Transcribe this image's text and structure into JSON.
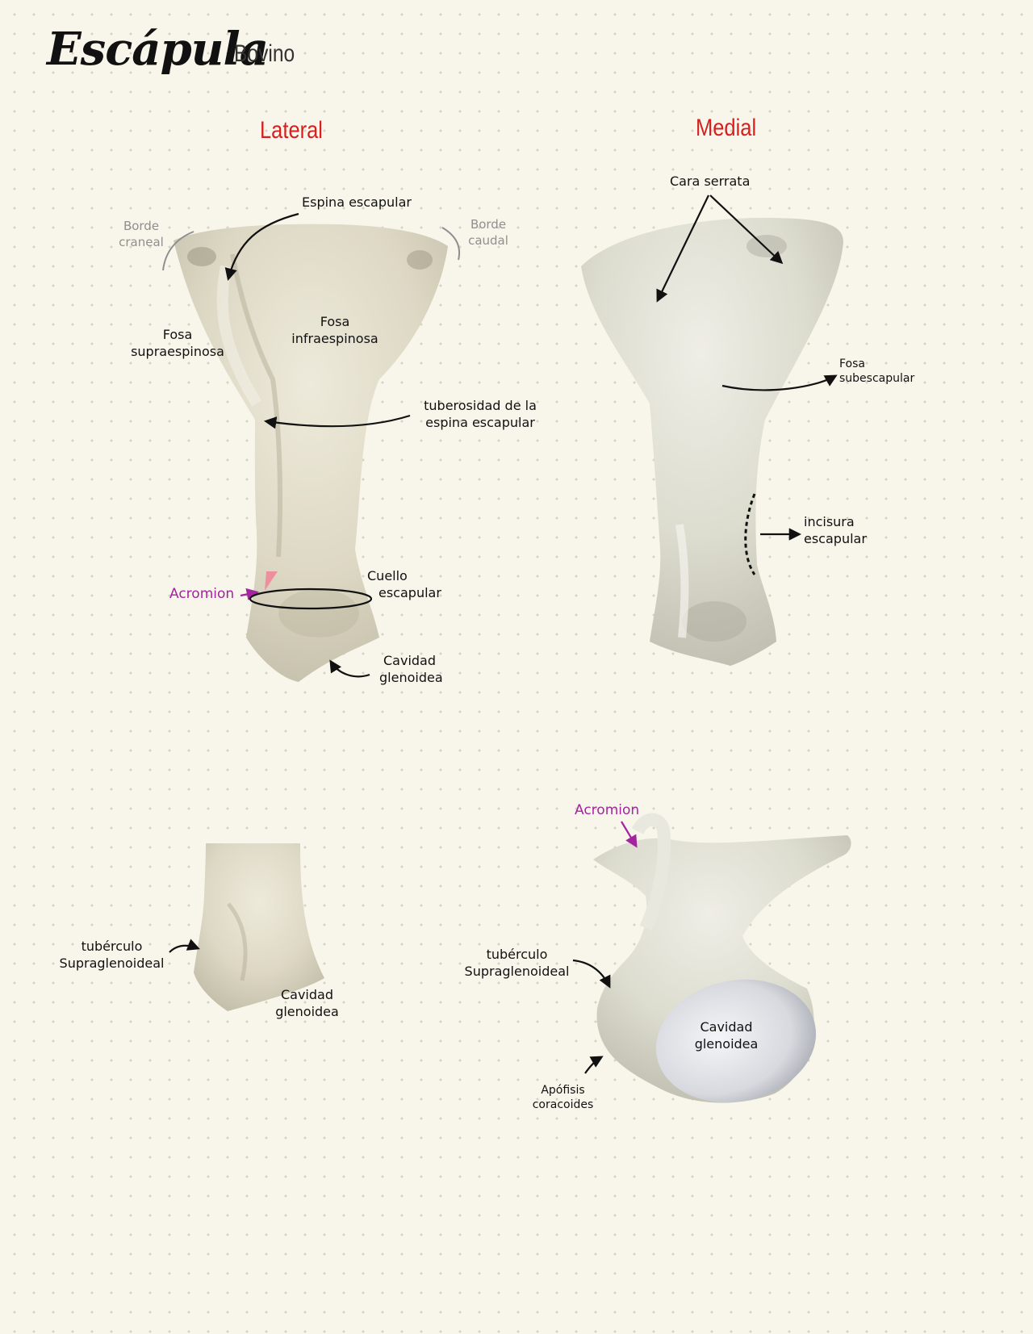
{
  "header": {
    "title": "Escápula",
    "subtitle": "Bovino"
  },
  "views": {
    "lateral": "Lateral",
    "medial": "Medial"
  },
  "labels": {
    "espina_escapular": "Espina escapular",
    "borde_craneal": [
      "Borde",
      "craneal"
    ],
    "borde_caudal": [
      "Borde",
      "caudal"
    ],
    "fosa_supraespinosa": [
      "Fosa",
      "supraespinosa"
    ],
    "fosa_infraespinosa": [
      "Fosa",
      "infraespinosa"
    ],
    "tuberosidad": [
      "tuberosidad de la",
      "espina escapular"
    ],
    "acromion": "Acromion",
    "cuello": [
      "Cuello",
      "escapular"
    ],
    "cavidad_lateral": [
      "Cavidad",
      "glenoidea"
    ],
    "cara_serrata": "Cara serrata",
    "fosa_subescapular": [
      "Fosa",
      "subescapular"
    ],
    "incisura": [
      "incisura",
      "escapular"
    ],
    "tuberculo_1": [
      "tubérculo",
      "Supraglenoideal"
    ],
    "cavidad_detail_1": [
      "Cavidad",
      "glenoidea"
    ],
    "acromion_2": "Acromion",
    "tuberculo_2": [
      "tubérculo",
      "Supraglenoideal"
    ],
    "cavidad_detail_2": [
      "Cavidad",
      "glenoidea"
    ],
    "apofisis": [
      "Apófisis",
      "coracoides"
    ]
  },
  "colors": {
    "background": "#f8f6ea",
    "view_title": "#d61f1f",
    "acromion_label": "#a3249f",
    "border_label": "#8f8f8f",
    "acromion_marker": "#ee8f9f"
  }
}
